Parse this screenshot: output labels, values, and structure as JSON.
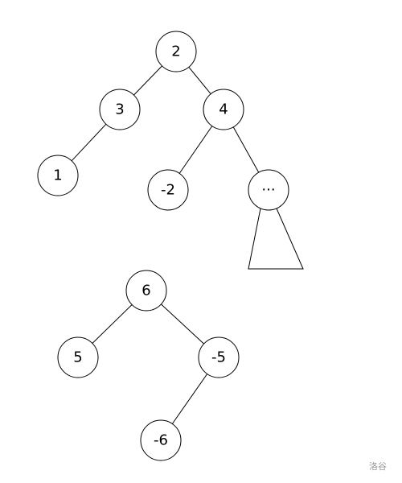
{
  "trees": [
    {
      "nodes": [
        {
          "id": "t1-root",
          "label": "2"
        },
        {
          "id": "t1-a",
          "label": "3"
        },
        {
          "id": "t1-b",
          "label": "4"
        },
        {
          "id": "t1-c",
          "label": "1"
        },
        {
          "id": "t1-d",
          "label": "-2"
        },
        {
          "id": "t1-e",
          "label": "···"
        }
      ],
      "edges": [
        [
          "t1-root",
          "t1-a"
        ],
        [
          "t1-root",
          "t1-b"
        ],
        [
          "t1-a",
          "t1-c"
        ],
        [
          "t1-b",
          "t1-d"
        ],
        [
          "t1-b",
          "t1-e"
        ]
      ]
    },
    {
      "nodes": [
        {
          "id": "t2-root",
          "label": "6"
        },
        {
          "id": "t2-a",
          "label": "5"
        },
        {
          "id": "t2-b",
          "label": "-5"
        },
        {
          "id": "t2-c",
          "label": "-6"
        }
      ],
      "edges": [
        [
          "t2-root",
          "t2-a"
        ],
        [
          "t2-root",
          "t2-b"
        ],
        [
          "t2-b",
          "t2-c"
        ]
      ]
    }
  ],
  "watermark": "洛谷"
}
